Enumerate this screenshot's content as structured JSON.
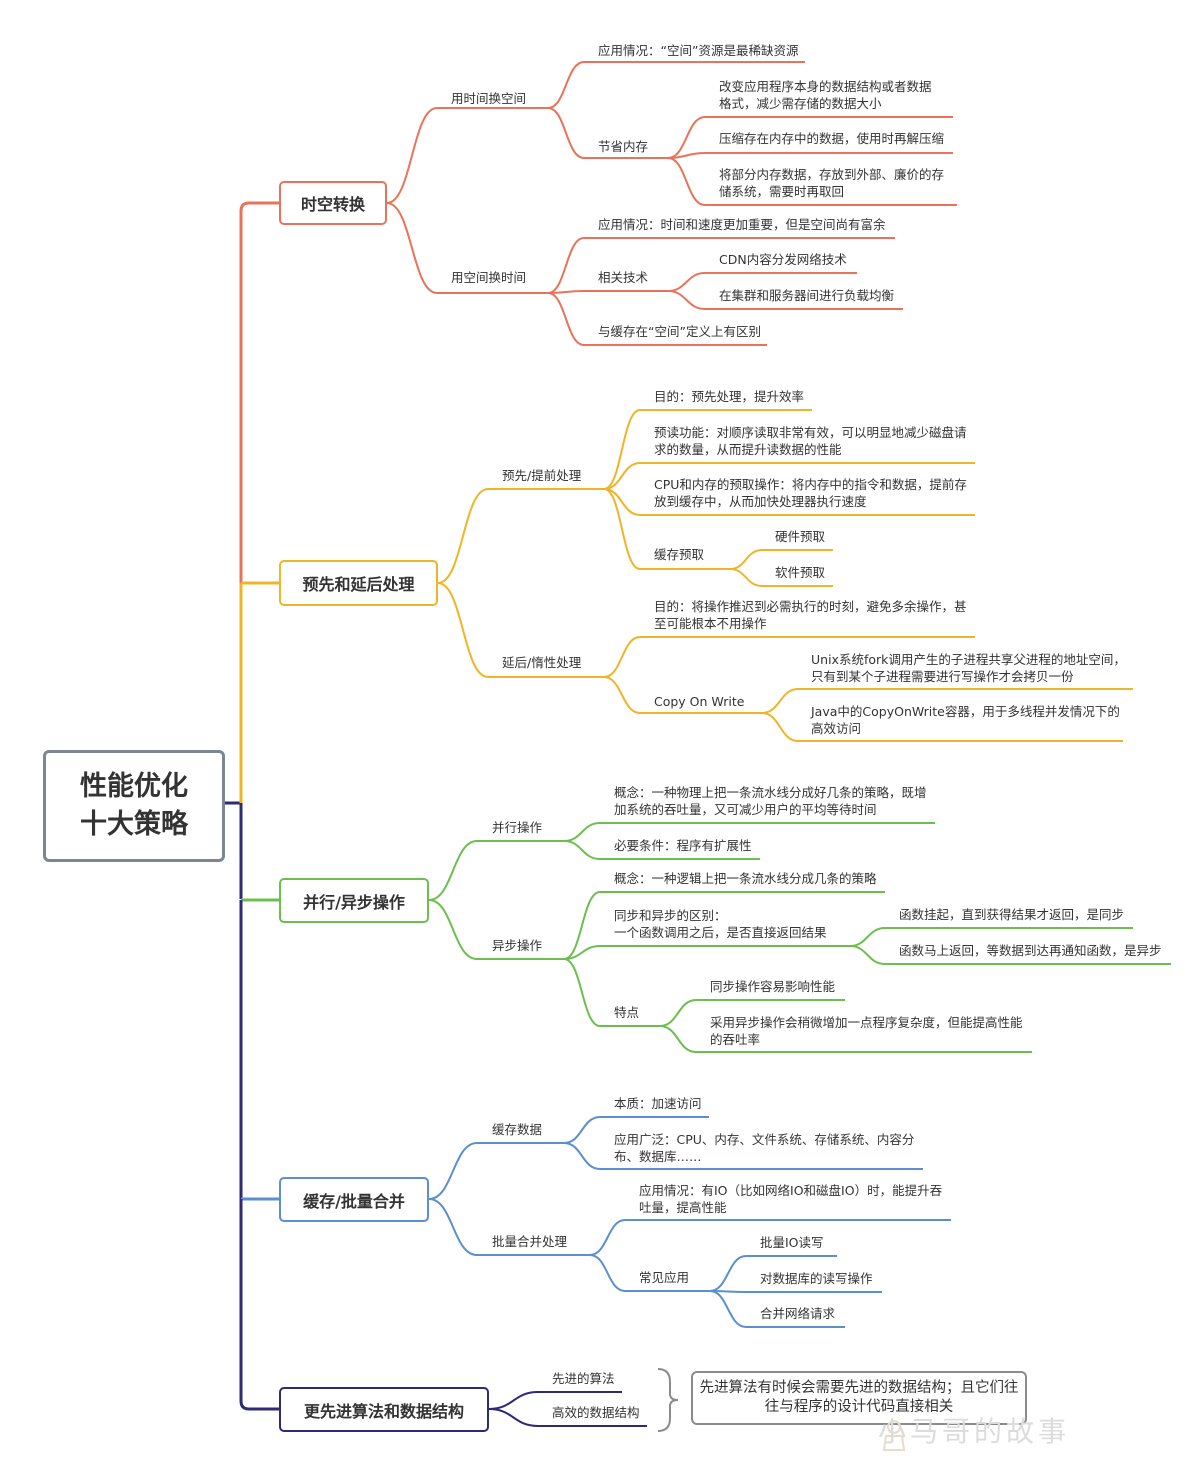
{
  "root": {
    "title_line1": "性能优化",
    "title_line2": "十大策略"
  },
  "colors": {
    "red": "#e8735a",
    "orange": "#f0b429",
    "green": "#6cbf4f",
    "blue": "#5b8fd0",
    "navy": "#2e2a74",
    "root_border": "#7d8691"
  },
  "branches": {
    "shikong": {
      "label": "时空转换",
      "time_for_space": {
        "label": "用时间换空间",
        "scenario": "应用情况：“空间”资源是最稀缺资源",
        "save_memory": {
          "label": "节省内存",
          "item1": [
            "改变应用程序本身的数据结构或者数据",
            "格式，减少需存储的数据大小"
          ],
          "item2": "压缩存在内存中的数据，使用时再解压缩",
          "item3": [
            "将部分内存数据，存放到外部、廉价的存",
            "储系统，需要时再取回"
          ]
        }
      },
      "space_for_time": {
        "label": "用空间换时间",
        "scenario": "应用情况：时间和速度更加重要，但是空间尚有富余",
        "tech": {
          "label": "相关技术",
          "item1": "CDN内容分发网络技术",
          "item2": "在集群和服务器间进行负载均衡"
        },
        "diff": "与缓存在“空间”定义上有区别"
      }
    },
    "yuxian": {
      "label": "预先和延后处理",
      "pre": {
        "label": "预先/提前处理",
        "goal": "目的：预先处理，提升效率",
        "readahead": [
          "预读功能：对顺序读取非常有效，可以明显地减少磁盘请",
          "求的数量，从而提升读数据的性能"
        ],
        "prefetch": [
          "CPU和内存的预取操作：将内存中的指令和数据，提前存",
          "放到缓存中，从而加快处理器执行速度"
        ],
        "cache_prefetch": {
          "label": "缓存预取",
          "hw": "硬件预取",
          "sw": "软件预取"
        }
      },
      "lazy": {
        "label": "延后/惰性处理",
        "goal": [
          "目的：将操作推迟到必需执行的时刻，避免多余操作，甚",
          "至可能根本不用操作"
        ],
        "cow": {
          "label": "Copy On Write",
          "unix": [
            "Unix系统fork调用产生的子进程共享父进程的地址空间，",
            "只有到某个子进程需要进行写操作才会拷贝一份"
          ],
          "java": [
            "Java中的CopyOnWrite容器，用于多线程并发情况下的",
            "高效访问"
          ]
        }
      }
    },
    "bingxing": {
      "label": "并行/异步操作",
      "parallel": {
        "label": "并行操作",
        "concept": [
          "概念：一种物理上把一条流水线分成好几条的策略，既增",
          "加系统的吞吐量，又可减少用户的平均等待时间"
        ],
        "requirement": "必要条件：程序有扩展性"
      },
      "async": {
        "label": "异步操作",
        "concept": "概念：一种逻辑上把一条流水线分成几条的策略",
        "diff": {
          "label": [
            "同步和异步的区别：",
            "一个函数调用之后，是否直接返回结果"
          ],
          "sync": "函数挂起，直到获得结果才返回，是同步",
          "async": "函数马上返回，等数据到达再通知函数，是异步"
        },
        "features": {
          "label": "特点",
          "item1": "同步操作容易影响性能",
          "item2": [
            "采用异步操作会稍微增加一点程序复杂度，但能提高性能",
            "的吞吐率"
          ]
        }
      }
    },
    "huancun": {
      "label": "缓存/批量合并",
      "cache": {
        "label": "缓存数据",
        "essence": "本质：加速访问",
        "usage": [
          "应用广泛：CPU、内存、文件系统、存储系统、内容分",
          "布、数据库……"
        ]
      },
      "batch": {
        "label": "批量合并处理",
        "scenario": [
          "应用情况：有IO（比如网络IO和磁盘IO）时，能提升吞",
          "吐量，提高性能"
        ],
        "common": {
          "label": "常见应用",
          "item1": "批量IO读写",
          "item2": "对数据库的读写操作",
          "item3": "合并网络请求"
        }
      }
    },
    "suanfa": {
      "label": "更先进算法和数据结构",
      "item1": "先进的算法",
      "item2": "高效的数据结构",
      "note": "先进算法有时候会需要先进的数据结构；且它们往往与程序的设计代码直接相关"
    }
  },
  "watermark": "小马哥的故事"
}
